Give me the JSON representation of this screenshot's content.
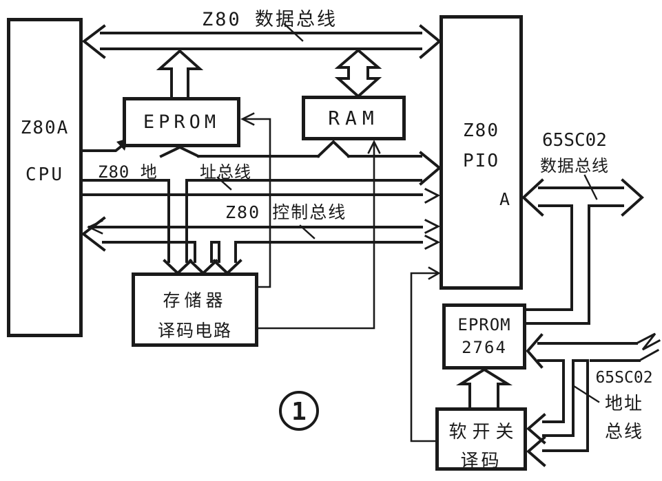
{
  "colors": {
    "ink": "#1a1a1a",
    "paper": "#ffffff"
  },
  "figure": {
    "number": "1"
  },
  "blocks": {
    "cpu": {
      "line1": "Z80A",
      "line2": "CPU"
    },
    "eprom": {
      "label": "EPROM"
    },
    "ram": {
      "label": "RAM"
    },
    "pio": {
      "line1": "Z80",
      "line2": "PIO",
      "port": "A"
    },
    "memory_decoder": {
      "line1": "存储器",
      "line2": "译码电路"
    },
    "eprom_2764": {
      "line1": "EPROM",
      "line2": "2764"
    },
    "soft_switch": {
      "line1": "软开关",
      "line2": "译码"
    }
  },
  "buses": {
    "z80_data": {
      "label": "Z80 数据总线"
    },
    "z80_address": {
      "label_part1": "Z80 地",
      "label_part2": "址总线"
    },
    "z80_control": {
      "label": "Z80 控制总线"
    },
    "sc02_data": {
      "line1": "65SC02",
      "line2": "数据总线"
    },
    "sc02_address": {
      "line1": "65SC02",
      "line2": "地址",
      "line3": "总线"
    }
  }
}
